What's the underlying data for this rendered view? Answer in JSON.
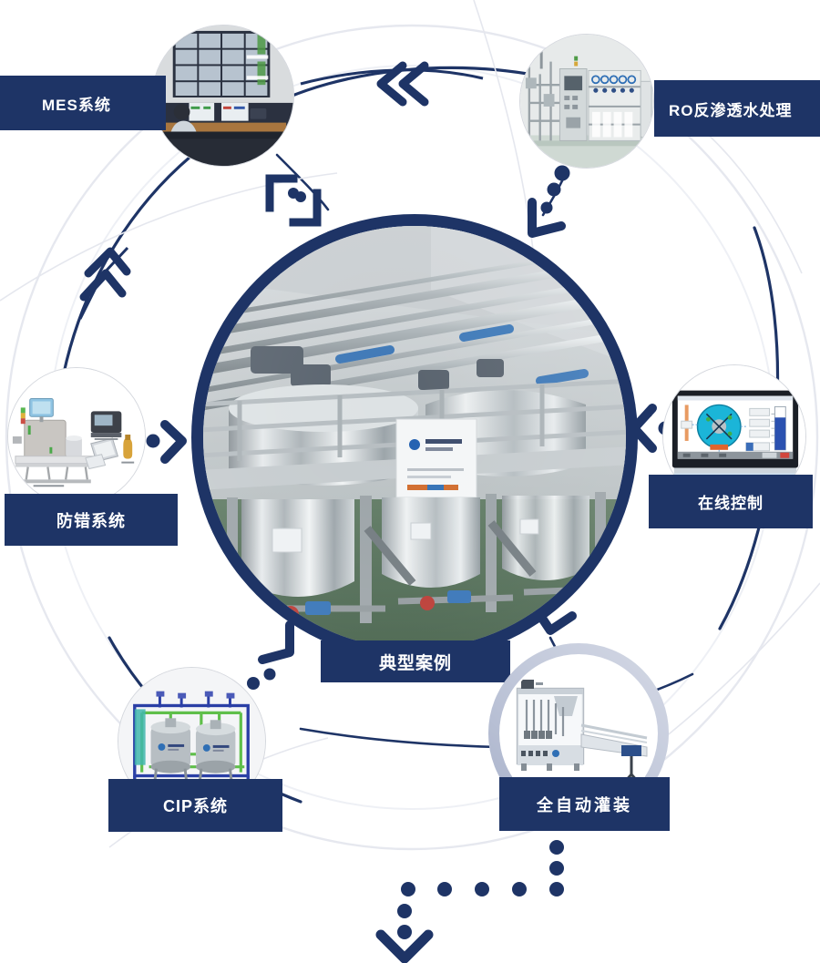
{
  "diagram": {
    "title_center": "典型案例",
    "accent_navy": "#1e3466",
    "accent_light_arc": "#e2e5ed",
    "background": "#ffffff"
  },
  "center_node": {
    "label": "典型案例",
    "image_alt": "stainless-steel-tank-farm-photo"
  },
  "nodes": [
    {
      "id": "mes",
      "label": "MES系统",
      "image_alt": "control-room-monitoring-photo"
    },
    {
      "id": "ro",
      "label": "RO反渗透水处理",
      "image_alt": "reverse-osmosis-water-plant-photo"
    },
    {
      "id": "online",
      "label": "在线控制",
      "image_alt": "hmi-touch-panel-photo"
    },
    {
      "id": "filling",
      "label": "全自动灌装",
      "image_alt": "automatic-filling-line-photo"
    },
    {
      "id": "cip",
      "label": "CIP系统",
      "image_alt": "cip-skid-tanks-photo"
    },
    {
      "id": "errproof",
      "label": "防错系统",
      "image_alt": "error-proofing-labeling-station-photo"
    }
  ],
  "connectors": [
    {
      "id": "top-arrow",
      "kind": "double-chevron-left"
    },
    {
      "id": "left-arrow",
      "kind": "double-chevron-up"
    },
    {
      "id": "right-arrow",
      "kind": "chevron-left-dot"
    },
    {
      "id": "errproof-arrow",
      "kind": "dot-chevron-right"
    },
    {
      "id": "bracket-upper-left",
      "kind": "corner-brackets-dots"
    },
    {
      "id": "bracket-upper-right",
      "kind": "chevron-dots"
    },
    {
      "id": "bracket-lower-left",
      "kind": "chevron-dots"
    },
    {
      "id": "bracket-lower-right",
      "kind": "chevron-dots"
    },
    {
      "id": "bottom-path",
      "kind": "dotted-path-arrow-down"
    }
  ]
}
